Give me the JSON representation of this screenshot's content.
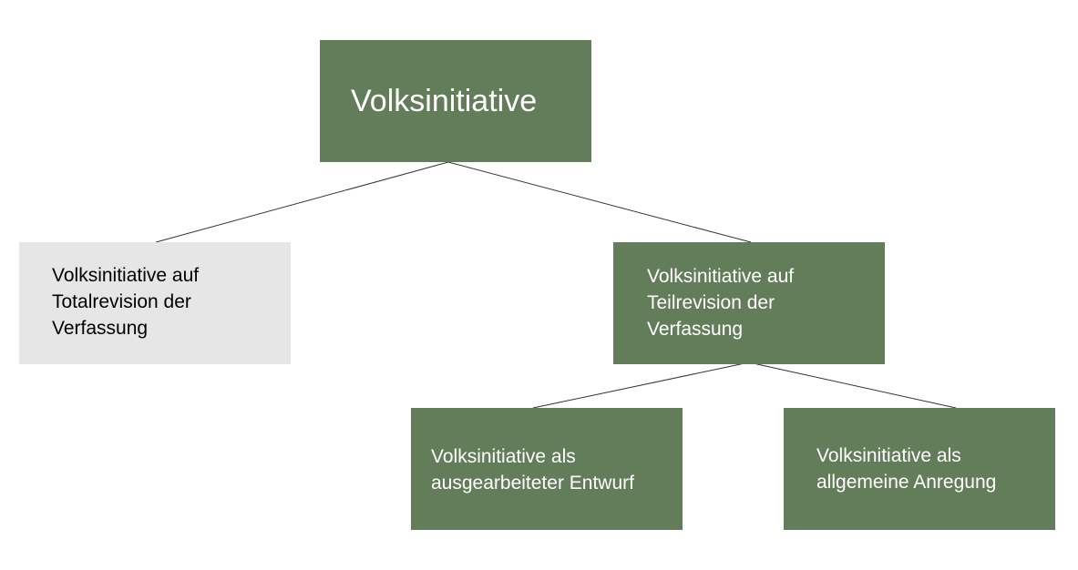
{
  "diagram": {
    "root": {
      "label": "Volksinitiative"
    },
    "left": {
      "label": "Volksinitiative auf\nTotalrevision der\nVerfassung"
    },
    "right": {
      "label": "Volksinitiative auf\nTeilrevision der\nVerfassung"
    },
    "bottom_left": {
      "label": "Volksinitiative als\nausgearbeiteter Entwurf"
    },
    "bottom_right": {
      "label": "Volksinitiative als\nallgemeine Anregung"
    }
  },
  "colors": {
    "node_green": "#637c5a",
    "node_gray": "#e6e6e6",
    "connector": "#333333"
  }
}
